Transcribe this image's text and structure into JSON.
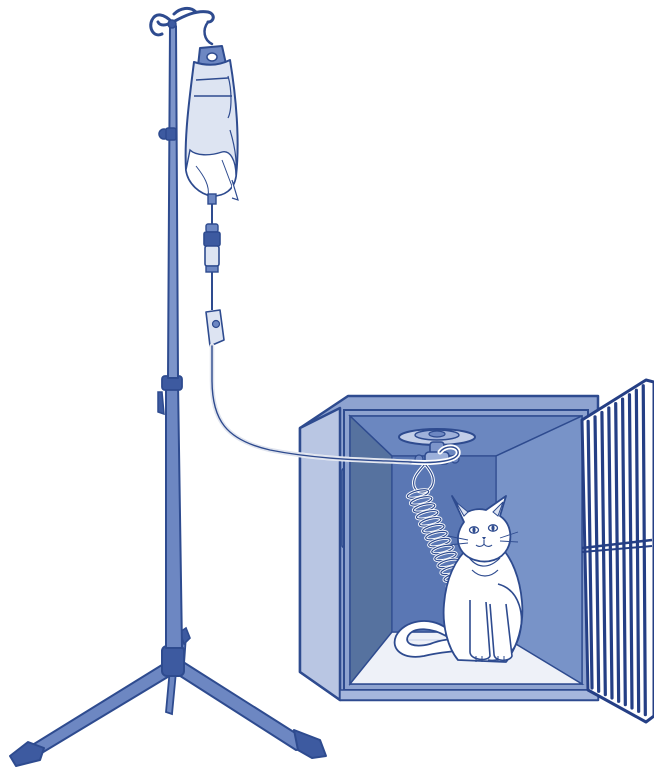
{
  "scene": {
    "subjects": [
      "iv-pole",
      "fluid-bag",
      "drip-chamber",
      "infusion-line",
      "roller-clamp",
      "cage",
      "swivel-tether",
      "cat"
    ],
    "palette": {
      "line": "#2e4b8f",
      "pole": "#6d87c2",
      "pole_dark": "#3d5aa0",
      "cage_outer": "#8ea3d0",
      "cage_side": "#b9c6e3",
      "cage_interior": "#5f7cb9",
      "cage_back": "#7893c8",
      "cage_floor": "#eef1f8",
      "bag": "#dde4f2",
      "cat_fill": "#ffffff",
      "door_bar": "#253f85"
    }
  }
}
